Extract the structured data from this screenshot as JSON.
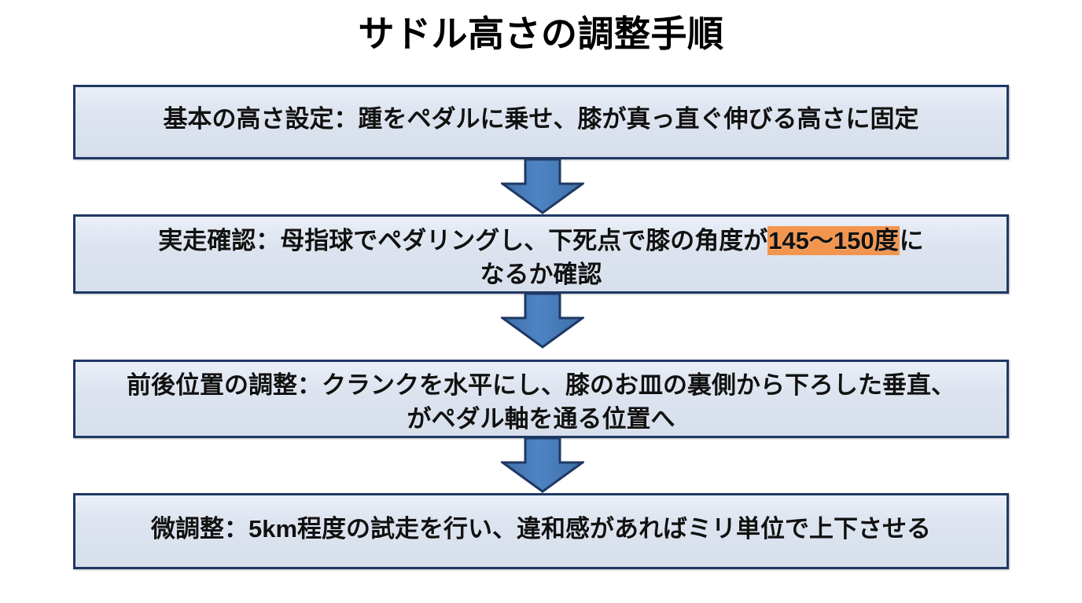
{
  "slide": {
    "title": "サドル高さの調整手順",
    "background_color": "#FFFFFF"
  },
  "theme": {
    "box_border_color": "#1F3864",
    "box_fill_color": "#DDE4F0",
    "arrow_fill_color": "#4A7EBB",
    "arrow_outline_color": "#1F3864",
    "highlight_color": "#F2954E",
    "text_color": "#111111"
  },
  "flow": {
    "steps": [
      {
        "id": "step-1",
        "lines": [
          {
            "segments": [
              {
                "text": "基本の高さ設定：踵をペダルに乗せ、膝が真っ直ぐ伸びる高さに固定",
                "highlight": false
              }
            ]
          }
        ]
      },
      {
        "id": "step-2",
        "lines": [
          {
            "segments": [
              {
                "text": "実走確認：母指球でペダリングし、下死点で膝の角度が",
                "highlight": false
              },
              {
                "text": "145〜150度",
                "highlight": true
              },
              {
                "text": "に",
                "highlight": false
              }
            ]
          },
          {
            "segments": [
              {
                "text": "なるか確認",
                "highlight": false
              }
            ]
          }
        ]
      },
      {
        "id": "step-3",
        "lines": [
          {
            "segments": [
              {
                "text": "前後位置の調整：クランクを水平にし、膝のお皿の裏側から下ろした垂直、",
                "highlight": false
              }
            ]
          },
          {
            "segments": [
              {
                "text": "がペダル軸を通る位置へ",
                "highlight": false
              }
            ]
          }
        ]
      },
      {
        "id": "step-4",
        "lines": [
          {
            "segments": [
              {
                "text": "微調整：5km程度の試走を行い、違和感があればミリ単位で上下させる",
                "highlight": false
              }
            ]
          }
        ]
      }
    ],
    "connectors": [
      {
        "id": "connector-1",
        "shape": "down-arrow",
        "from": "step-1",
        "to": "step-2"
      },
      {
        "id": "connector-2",
        "shape": "down-arrow",
        "from": "step-2",
        "to": "step-3"
      },
      {
        "id": "connector-3",
        "shape": "down-arrow",
        "from": "step-3",
        "to": "step-4"
      }
    ]
  }
}
